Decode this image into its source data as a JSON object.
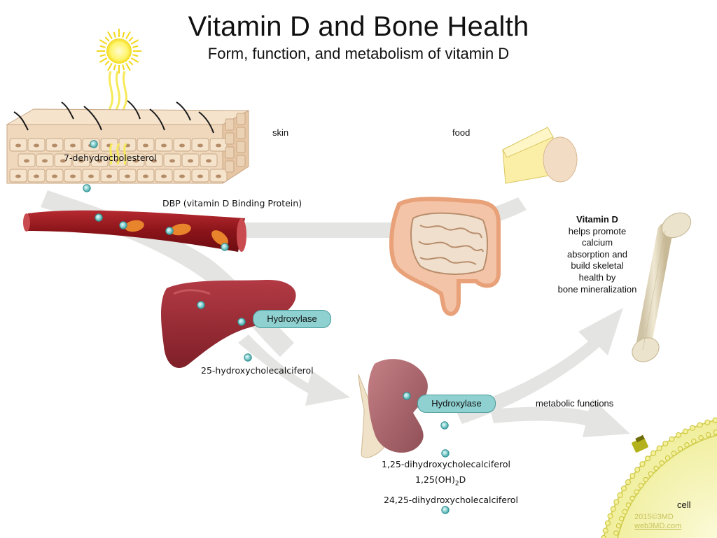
{
  "header": {
    "title": "Vitamin D and Bone Health",
    "subtitle": "Form, function, and metabolism of vitamin D"
  },
  "labels": {
    "skin": "skin",
    "food": "food",
    "dehydro": "7-dehydrocholesterol",
    "dbp": "DBP (vitamin D Binding Protein)",
    "hydroxy25": "25-hydroxycholecalciferol",
    "metabolic": "metabolic functions",
    "dihydroxy125": "1,25-dihydroxycholecalciferol",
    "oh2d_prefix": "1,25(OH)",
    "oh2d_sub": "2",
    "oh2d_suffix": "D",
    "dihydroxy2425": "24,25-dihydroxycholecalciferol",
    "cell": "cell"
  },
  "enzymes": {
    "liver": "Hydroxylase",
    "kidney": "Hydroxylase"
  },
  "vitamin_d_note": {
    "heading": "Vitamin D",
    "lines": [
      "helps promote",
      "calcium",
      "absorption and",
      "build skeletal",
      "health by",
      "bone mineralization"
    ]
  },
  "watermark": {
    "line1": "2015©3MD",
    "line2": "web3MD.com"
  },
  "colors": {
    "arrow": "#e4e4e2",
    "blood": "#8e1a1f",
    "liver": "#9b2b35",
    "kidney": "#a9686d",
    "enzyme": "#8fd0d0",
    "molecule": "#6cc3c3",
    "bone": "#e6dcc4",
    "cell": "#f2f0a8"
  }
}
